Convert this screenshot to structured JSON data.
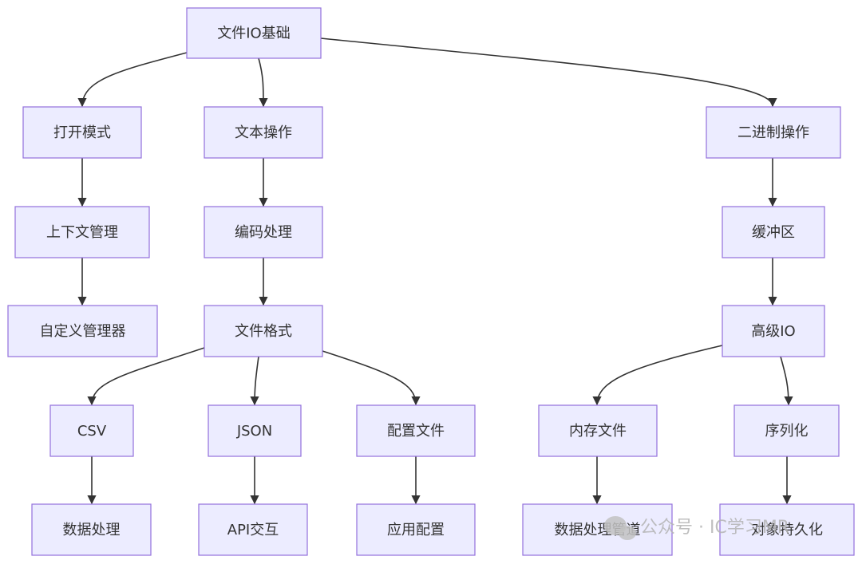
{
  "diagram": {
    "type": "flowchart",
    "direction": "top-down",
    "nodes": {
      "file_io_basics": "文件IO基础",
      "open_modes": "打开模式",
      "text_ops": "文本操作",
      "binary_ops": "二进制操作",
      "context_mgmt": "上下文管理",
      "encoding": "编码处理",
      "buffer": "缓冲区",
      "custom_manager": "自定义管理器",
      "file_formats": "文件格式",
      "advanced_io": "高级IO",
      "csv": "CSV",
      "json": "JSON",
      "config_file": "配置文件",
      "memory_file": "内存文件",
      "serialization": "序列化",
      "data_processing": "数据处理",
      "api_interaction": "API交互",
      "app_config": "应用配置",
      "data_pipeline": "数据处理管道",
      "object_persistence": "对象持久化"
    },
    "edges": [
      [
        "file_io_basics",
        "open_modes"
      ],
      [
        "file_io_basics",
        "text_ops"
      ],
      [
        "file_io_basics",
        "binary_ops"
      ],
      [
        "open_modes",
        "context_mgmt"
      ],
      [
        "context_mgmt",
        "custom_manager"
      ],
      [
        "text_ops",
        "encoding"
      ],
      [
        "encoding",
        "file_formats"
      ],
      [
        "file_formats",
        "csv"
      ],
      [
        "file_formats",
        "json"
      ],
      [
        "file_formats",
        "config_file"
      ],
      [
        "csv",
        "data_processing"
      ],
      [
        "json",
        "api_interaction"
      ],
      [
        "config_file",
        "app_config"
      ],
      [
        "binary_ops",
        "buffer"
      ],
      [
        "buffer",
        "advanced_io"
      ],
      [
        "advanced_io",
        "memory_file"
      ],
      [
        "advanced_io",
        "serialization"
      ],
      [
        "memory_file",
        "data_pipeline"
      ],
      [
        "serialization",
        "object_persistence"
      ]
    ]
  },
  "watermark": {
    "text": "公众号 · IC学习MR"
  },
  "colors": {
    "node_fill": "#ececff",
    "node_border": "#9370db",
    "edge": "#333333",
    "text": "#333333"
  }
}
